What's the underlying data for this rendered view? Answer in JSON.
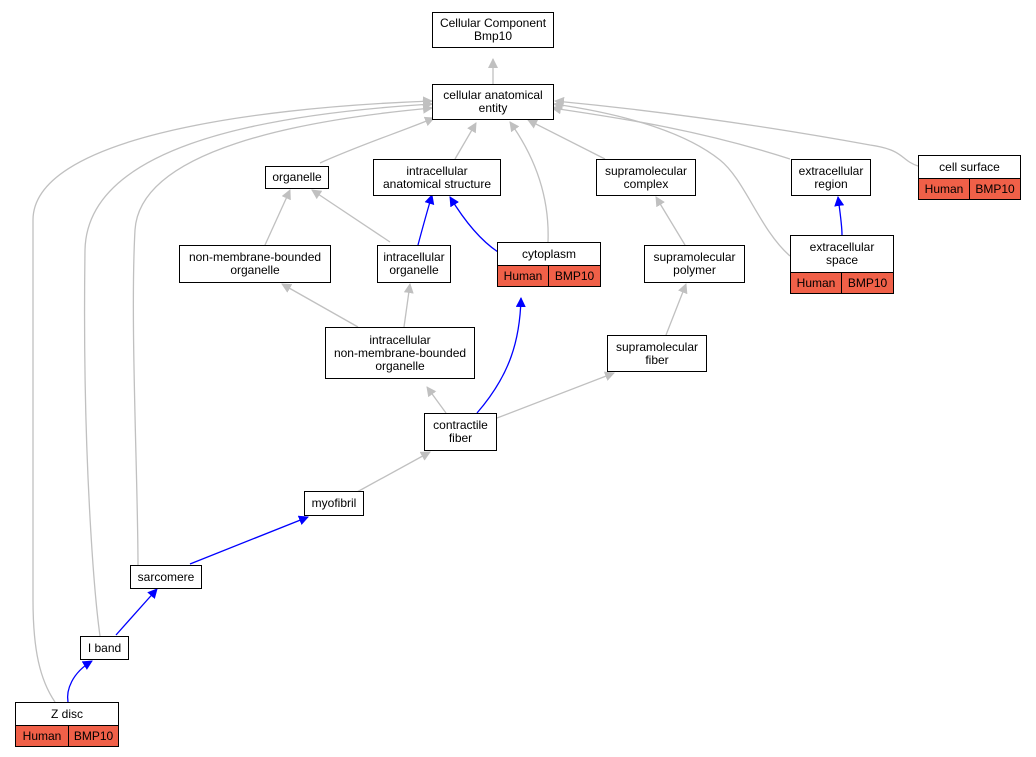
{
  "diagram": {
    "nodes": {
      "root": {
        "lines": [
          "Cellular Component",
          "Bmp10"
        ]
      },
      "cae": {
        "lines": [
          "cellular anatomical",
          "entity"
        ]
      },
      "organelle": {
        "lines": [
          "organelle"
        ]
      },
      "ias": {
        "lines": [
          "intracellular",
          "anatomical structure"
        ]
      },
      "smc": {
        "lines": [
          "supramolecular",
          "complex"
        ]
      },
      "ecr": {
        "lines": [
          "extracellular",
          "region"
        ]
      },
      "cellsurface": {
        "lines": [
          "cell surface"
        ],
        "tags": [
          "Human",
          "BMP10"
        ]
      },
      "nmbo": {
        "lines": [
          "non-membrane-bounded",
          "organelle"
        ]
      },
      "io": {
        "lines": [
          "intracellular",
          "organelle"
        ]
      },
      "cytoplasm": {
        "lines": [
          "cytoplasm"
        ],
        "tags": [
          "Human",
          "BMP10"
        ]
      },
      "smp": {
        "lines": [
          "supramolecular",
          "polymer"
        ]
      },
      "ecs": {
        "lines": [
          "extracellular",
          "space"
        ],
        "tags": [
          "Human",
          "BMP10"
        ]
      },
      "inmbo": {
        "lines": [
          "intracellular",
          "non-membrane-bounded",
          "organelle"
        ]
      },
      "smf": {
        "lines": [
          "supramolecular",
          "fiber"
        ]
      },
      "cf": {
        "lines": [
          "contractile",
          "fiber"
        ]
      },
      "myofibril": {
        "lines": [
          "myofibril"
        ]
      },
      "sarcomere": {
        "lines": [
          "sarcomere"
        ]
      },
      "iband": {
        "lines": [
          "I band"
        ]
      },
      "zdisc": {
        "lines": [
          "Z disc"
        ],
        "tags": [
          "Human",
          "BMP10"
        ]
      }
    },
    "edges": [
      {
        "from": "cae",
        "to": "root",
        "kind": "is_a",
        "color": "#c0c0c0"
      },
      {
        "from": "organelle",
        "to": "cae",
        "kind": "is_a",
        "color": "#c0c0c0"
      },
      {
        "from": "ias",
        "to": "cae",
        "kind": "is_a",
        "color": "#c0c0c0"
      },
      {
        "from": "cytoplasm",
        "to": "cae",
        "kind": "is_a",
        "color": "#c0c0c0"
      },
      {
        "from": "smc",
        "to": "cae",
        "kind": "is_a",
        "color": "#c0c0c0"
      },
      {
        "from": "ecr",
        "to": "cae",
        "kind": "is_a",
        "color": "#c0c0c0"
      },
      {
        "from": "cellsurface",
        "to": "cae",
        "kind": "is_a",
        "color": "#c0c0c0"
      },
      {
        "from": "ecs",
        "to": "cae",
        "kind": "is_a",
        "color": "#c0c0c0"
      },
      {
        "from": "sarcomere",
        "to": "cae",
        "kind": "is_a",
        "color": "#c0c0c0"
      },
      {
        "from": "iband",
        "to": "cae",
        "kind": "is_a",
        "color": "#c0c0c0"
      },
      {
        "from": "zdisc",
        "to": "cae",
        "kind": "is_a",
        "color": "#c0c0c0"
      },
      {
        "from": "nmbo",
        "to": "organelle",
        "kind": "is_a",
        "color": "#c0c0c0"
      },
      {
        "from": "io",
        "to": "organelle",
        "kind": "is_a",
        "color": "#c0c0c0"
      },
      {
        "from": "io",
        "to": "ias",
        "kind": "part_of",
        "color": "#0000ff"
      },
      {
        "from": "cytoplasm",
        "to": "ias",
        "kind": "part_of",
        "color": "#0000ff"
      },
      {
        "from": "smp",
        "to": "smc",
        "kind": "is_a",
        "color": "#c0c0c0"
      },
      {
        "from": "ecs",
        "to": "ecr",
        "kind": "part_of",
        "color": "#0000ff"
      },
      {
        "from": "inmbo",
        "to": "nmbo",
        "kind": "is_a",
        "color": "#c0c0c0"
      },
      {
        "from": "inmbo",
        "to": "io",
        "kind": "is_a",
        "color": "#c0c0c0"
      },
      {
        "from": "smf",
        "to": "smp",
        "kind": "is_a",
        "color": "#c0c0c0"
      },
      {
        "from": "cf",
        "to": "inmbo",
        "kind": "is_a",
        "color": "#c0c0c0"
      },
      {
        "from": "cf",
        "to": "cytoplasm",
        "kind": "part_of",
        "color": "#0000ff"
      },
      {
        "from": "cf",
        "to": "smf",
        "kind": "is_a",
        "color": "#c0c0c0"
      },
      {
        "from": "myofibril",
        "to": "cf",
        "kind": "is_a",
        "color": "#c0c0c0"
      },
      {
        "from": "sarcomere",
        "to": "myofibril",
        "kind": "part_of",
        "color": "#0000ff"
      },
      {
        "from": "iband",
        "to": "sarcomere",
        "kind": "part_of",
        "color": "#0000ff"
      },
      {
        "from": "zdisc",
        "to": "iband",
        "kind": "part_of",
        "color": "#0000ff"
      }
    ],
    "colors": {
      "annotation": "#f06048",
      "is_a": "#c0c0c0",
      "part_of": "#0000ff"
    }
  }
}
